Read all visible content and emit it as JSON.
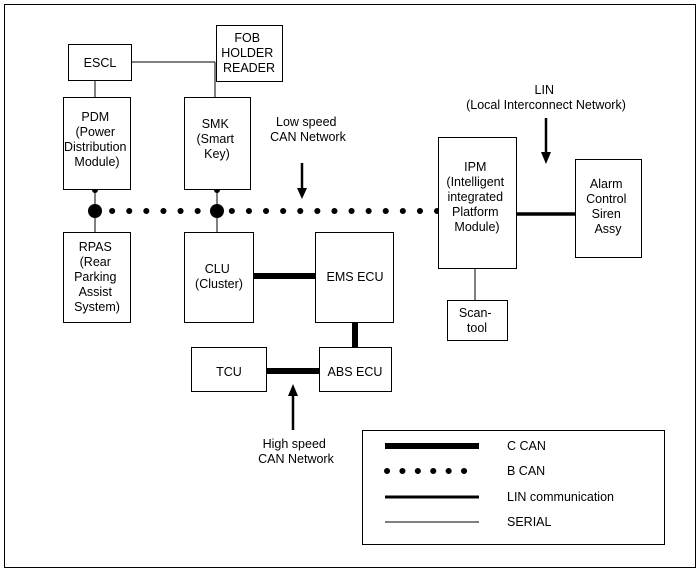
{
  "nodes": {
    "escl": [
      "ESCL"
    ],
    "fob": [
      "FOB",
      "HOLDER",
      "READER"
    ],
    "pdm": [
      "PDM",
      "(Power",
      "Distribution",
      "Module)"
    ],
    "smk": [
      "SMK",
      "(Smart",
      "Key)"
    ],
    "ipm": [
      "IPM",
      "(Intelligent",
      "integrated",
      "Platform",
      "Module)"
    ],
    "alarm": [
      "Alarm",
      "Control",
      "Siren",
      "Assy"
    ],
    "rpas": [
      "RPAS",
      "(Rear",
      "Parking",
      "Assist",
      "System)"
    ],
    "clu": [
      "CLU",
      "(Cluster)"
    ],
    "ems": [
      "EMS ECU"
    ],
    "scan": [
      "Scan-",
      "tool"
    ],
    "tcu": [
      "TCU"
    ],
    "abs": [
      "ABS ECU"
    ]
  },
  "annotations": {
    "lin": [
      "LIN",
      "(Local Interconnect Network)"
    ],
    "low_speed": [
      "Low speed",
      "CAN Network"
    ],
    "high_speed": [
      "High speed",
      "CAN Network"
    ]
  },
  "legend": {
    "c_can": "C CAN",
    "b_can": "B CAN",
    "lin_comm": "LIN communication",
    "serial": "SERIAL"
  },
  "colors": {
    "line": "#000000",
    "background": "#ffffff"
  }
}
